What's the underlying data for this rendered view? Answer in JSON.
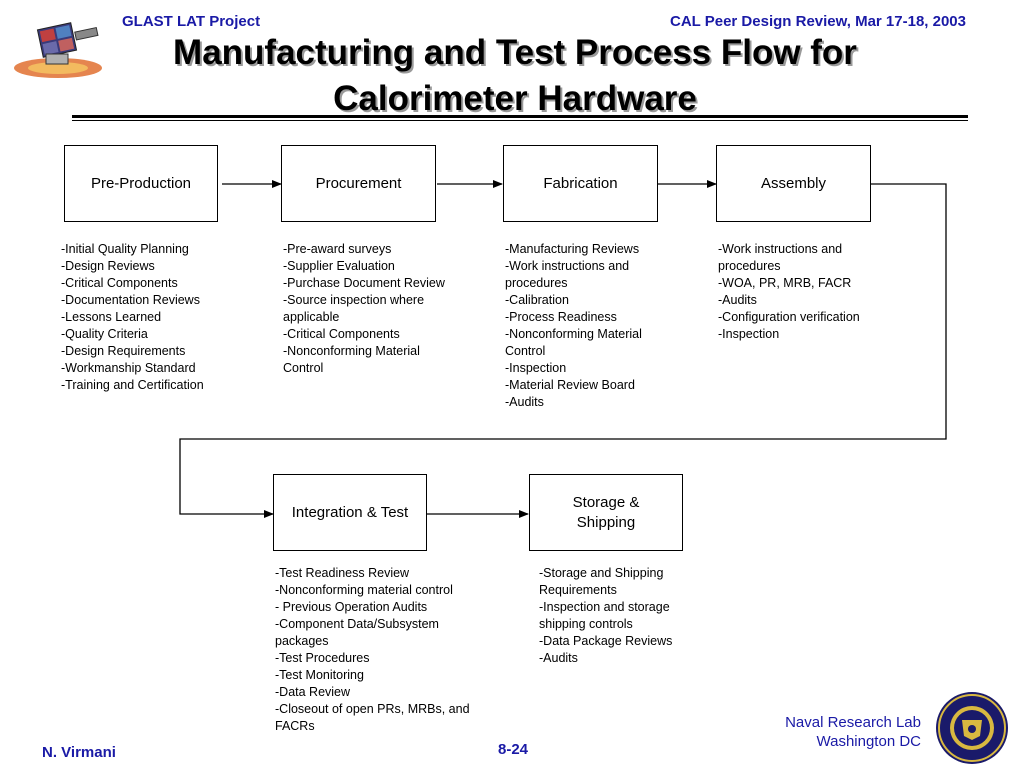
{
  "header": {
    "left": "GLAST LAT Project",
    "right": "CAL Peer Design Review, Mar 17-18, 2003"
  },
  "title": "Manufacturing and Test Process Flow for Calorimeter Hardware",
  "stages": [
    {
      "label": "Pre-Production",
      "items": [
        "-Initial Quality Planning",
        "-Design Reviews",
        "-Critical Components",
        "-Documentation Reviews",
        "-Lessons Learned",
        "-Quality Criteria",
        "-Design Requirements",
        "-Workmanship Standard",
        "-Training and Certification"
      ]
    },
    {
      "label": "Procurement",
      "items": [
        "-Pre-award surveys",
        "-Supplier Evaluation",
        "-Purchase Document Review",
        "-Source inspection where applicable",
        "-Critical Components",
        "-Nonconforming Material Control"
      ]
    },
    {
      "label": "Fabrication",
      "items": [
        "-Manufacturing Reviews",
        "-Work instructions and procedures",
        "-Calibration",
        "-Process Readiness",
        "-Nonconforming Material Control",
        "-Inspection",
        "-Material Review Board",
        "-Audits"
      ]
    },
    {
      "label": "Assembly",
      "items": [
        "-Work instructions and procedures",
        "-WOA, PR, MRB, FACR",
        "-Audits",
        "-Configuration verification",
        "-Inspection"
      ]
    },
    {
      "label": "Integration & Test",
      "items": [
        "-Test Readiness Review",
        "-Nonconforming material control",
        "- Previous Operation Audits",
        "-Component Data/Subsystem packages",
        "-Test Procedures",
        "-Test Monitoring",
        "-Data Review",
        "-Closeout of open PRs, MRBs, and FACRs"
      ]
    },
    {
      "label": "Storage & Shipping",
      "items": [
        "-Storage and Shipping Requirements",
        "-Inspection and storage shipping controls",
        "-Data Package Reviews",
        "-Audits"
      ]
    }
  ],
  "footer": {
    "left": "N. Virmani",
    "center": "8-24",
    "right_line1": "Naval Research Lab",
    "right_line2": "Washington DC"
  },
  "colors": {
    "accent": "#1a1aa6",
    "title_shadow": "#9a9a9a"
  }
}
